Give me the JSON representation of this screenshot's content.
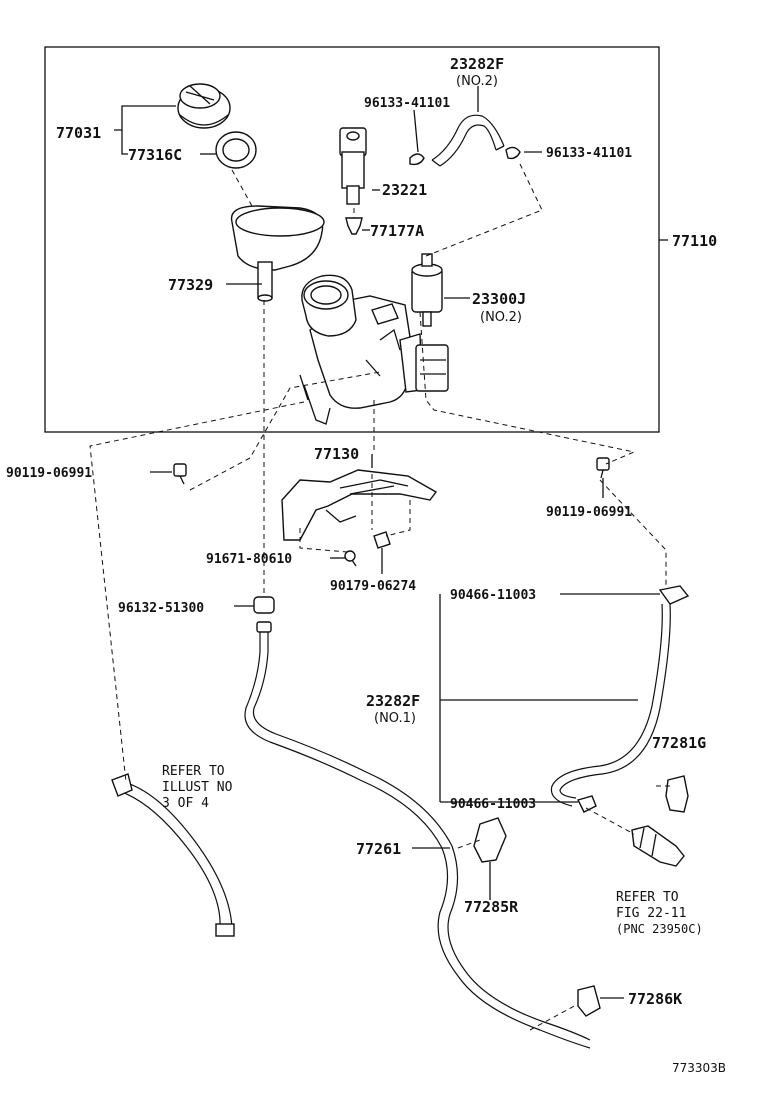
{
  "callouts": {
    "p77031": "77031",
    "p77316c": "77316C",
    "p77329": "77329",
    "p23282f_top": "23282F",
    "p23282f_top_sub": "(NO.2)",
    "p96133_a": "96133-41101",
    "p96133_b": "96133-41101",
    "p23221": "23221",
    "p77177a": "77177A",
    "p23300j": "23300J",
    "p23300j_sub": "(NO.2)",
    "p77110": "77110",
    "p77130": "77130",
    "p90119_left": "90119-06991",
    "p90119_right": "90119-06991",
    "p91671": "91671-80610",
    "p90179": "90179-06274",
    "p96132": "96132-51300",
    "p90466_top": "90466-11003",
    "p23282f_mid": "23282F",
    "p23282f_mid_sub": "(NO.1)",
    "p90466_bot": "90466-11003",
    "p77281g": "77281G",
    "p77261": "77261",
    "p77285r": "77285R",
    "p77286k": "77286K"
  },
  "notes": {
    "refer_illust_1": "REFER TO",
    "refer_illust_2": "ILLUST NO",
    "refer_illust_3": "3 OF 4",
    "refer_fig_1": "REFER TO",
    "refer_fig_2": "FIG 22-11",
    "refer_fig_3": "(PNC 23950C)"
  },
  "figure_id": "773303B"
}
